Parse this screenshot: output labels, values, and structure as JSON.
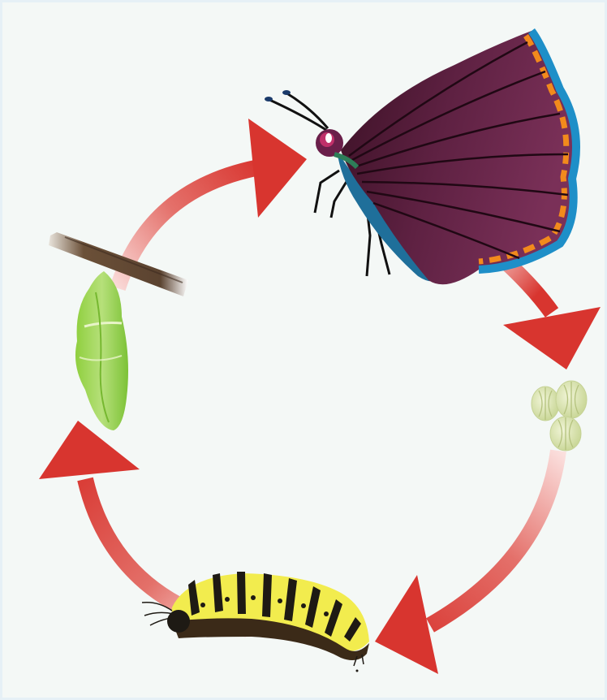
{
  "diagram": {
    "stages": [
      {
        "id": "adult",
        "icon": "butterfly-icon"
      },
      {
        "id": "eggs",
        "icon": "eggs-icon"
      },
      {
        "id": "larva",
        "icon": "caterpillar-icon"
      },
      {
        "id": "pupa",
        "icon": "chrysalis-icon"
      }
    ],
    "arrows": [
      {
        "from": "adult",
        "to": "eggs"
      },
      {
        "from": "eggs",
        "to": "larva"
      },
      {
        "from": "larva",
        "to": "pupa"
      },
      {
        "from": "pupa",
        "to": "adult"
      }
    ],
    "colors": {
      "background": "#f4f8f6",
      "arrow": "#d8352f",
      "wing": "#5a1f3e",
      "wing_edge_orange": "#f28a1c",
      "wing_edge_blue": "#1e8fc8",
      "egg": "#dfe8b8",
      "chrysalis": "#9ed24a",
      "caterpillar_yellow": "#f2ec4e",
      "caterpillar_black": "#1e1a14",
      "twig": "#5b4330"
    }
  }
}
